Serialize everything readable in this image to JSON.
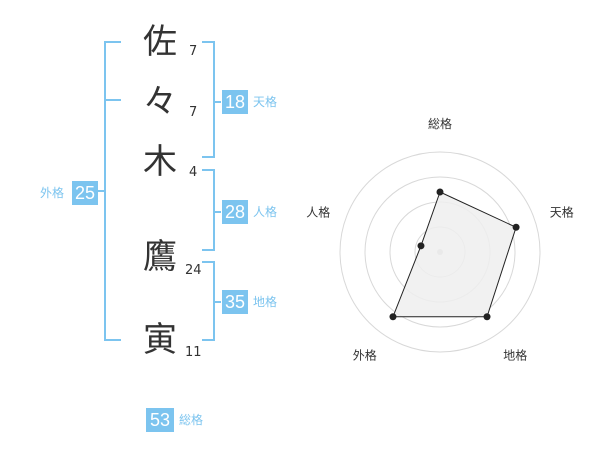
{
  "name": {
    "chars": [
      {
        "char": "佐",
        "strokes": "7"
      },
      {
        "char": "々",
        "strokes": "7"
      },
      {
        "char": "木",
        "strokes": "4"
      },
      {
        "char": "鷹",
        "strokes": "24"
      },
      {
        "char": "寅",
        "strokes": "11"
      }
    ]
  },
  "scores": {
    "tenkaku": {
      "value": "18",
      "label": "天格"
    },
    "jinkaku": {
      "value": "28",
      "label": "人格"
    },
    "chikaku": {
      "value": "35",
      "label": "地格"
    },
    "gaikaku": {
      "value": "25",
      "label": "外格"
    },
    "soukaku": {
      "value": "53",
      "label": "総格"
    }
  },
  "chart_data": {
    "type": "radar",
    "axes": [
      "総格",
      "天格",
      "地格",
      "外格",
      "人格"
    ],
    "values": [
      3,
      4,
      4,
      4,
      1
    ],
    "max": 5,
    "rings": 4,
    "colors": {
      "fill": "#eeeeee",
      "line": "#222222",
      "grid": "#d8d8d8"
    }
  },
  "colors": {
    "accent": "#7cc4ef",
    "text": "#333333"
  }
}
